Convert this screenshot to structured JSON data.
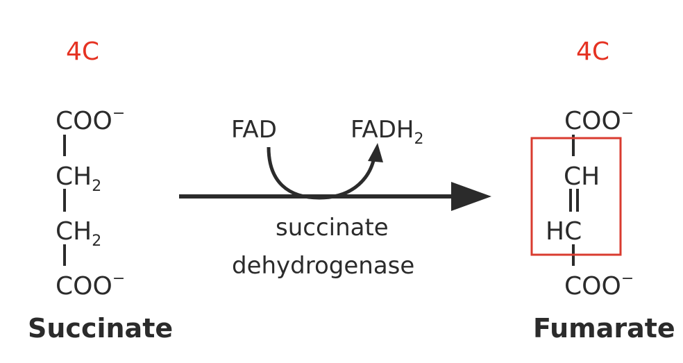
{
  "left": {
    "carbon_count": "4C",
    "top_group": "COO",
    "top_charge": "−",
    "group2_base": "CH",
    "group2_sub": "2",
    "group3_base": "CH",
    "group3_sub": "2",
    "bottom_group": "COO",
    "bottom_charge": "−",
    "name": "Succinate"
  },
  "reaction": {
    "cofactor_in": "FAD",
    "cofactor_out_base": "FADH",
    "cofactor_out_sub": "2",
    "enzyme_line1": "succinate",
    "enzyme_line2": "dehydrogenase"
  },
  "right": {
    "carbon_count": "4C",
    "top_group": "COO",
    "top_charge": "−",
    "group2": "CH",
    "group3": "HC",
    "bottom_group": "COO",
    "bottom_charge": "−",
    "name": "Fumarate"
  },
  "colors": {
    "annotation": "#e53222",
    "ink": "#2b2b2b",
    "highlight_box": "#d93b2f"
  }
}
